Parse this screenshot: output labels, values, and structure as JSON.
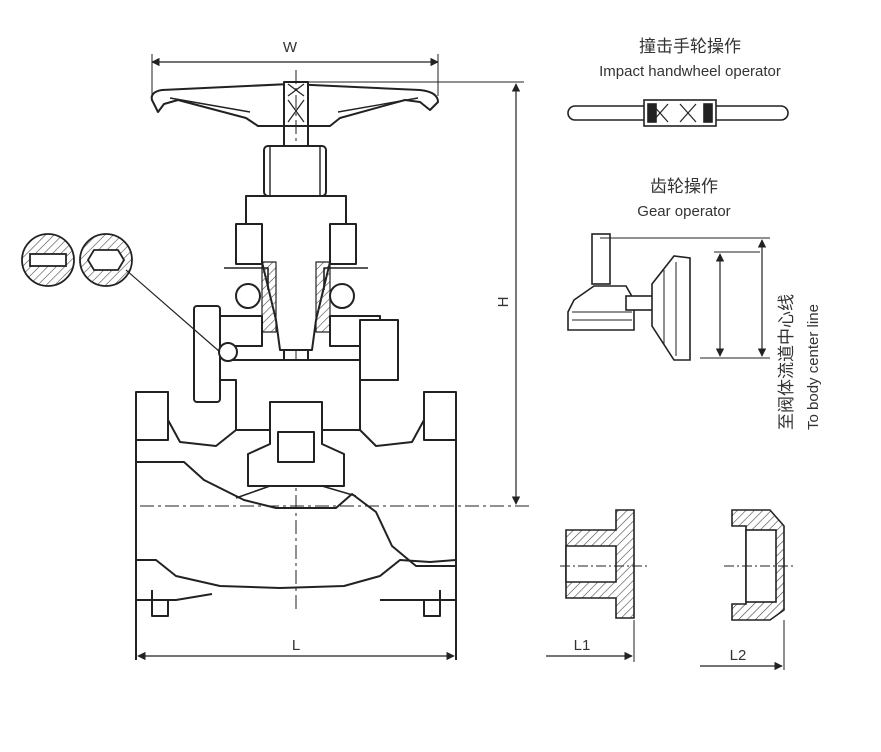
{
  "dimensions": {
    "W": "W",
    "H": "H",
    "L": "L",
    "L1": "L1",
    "L2": "L2"
  },
  "impact_operator": {
    "title_cn": "撞击手轮操作",
    "title_en": "Impact handwheel operator"
  },
  "gear_operator": {
    "title_cn": "齿轮操作",
    "title_en": "Gear operator"
  },
  "body_center_line": {
    "label_cn": "至阀体流道中心线",
    "label_en": "To body center line"
  },
  "colors": {
    "line": "#222222",
    "hatch": "#444444",
    "text": "#333333",
    "background": "#ffffff"
  }
}
